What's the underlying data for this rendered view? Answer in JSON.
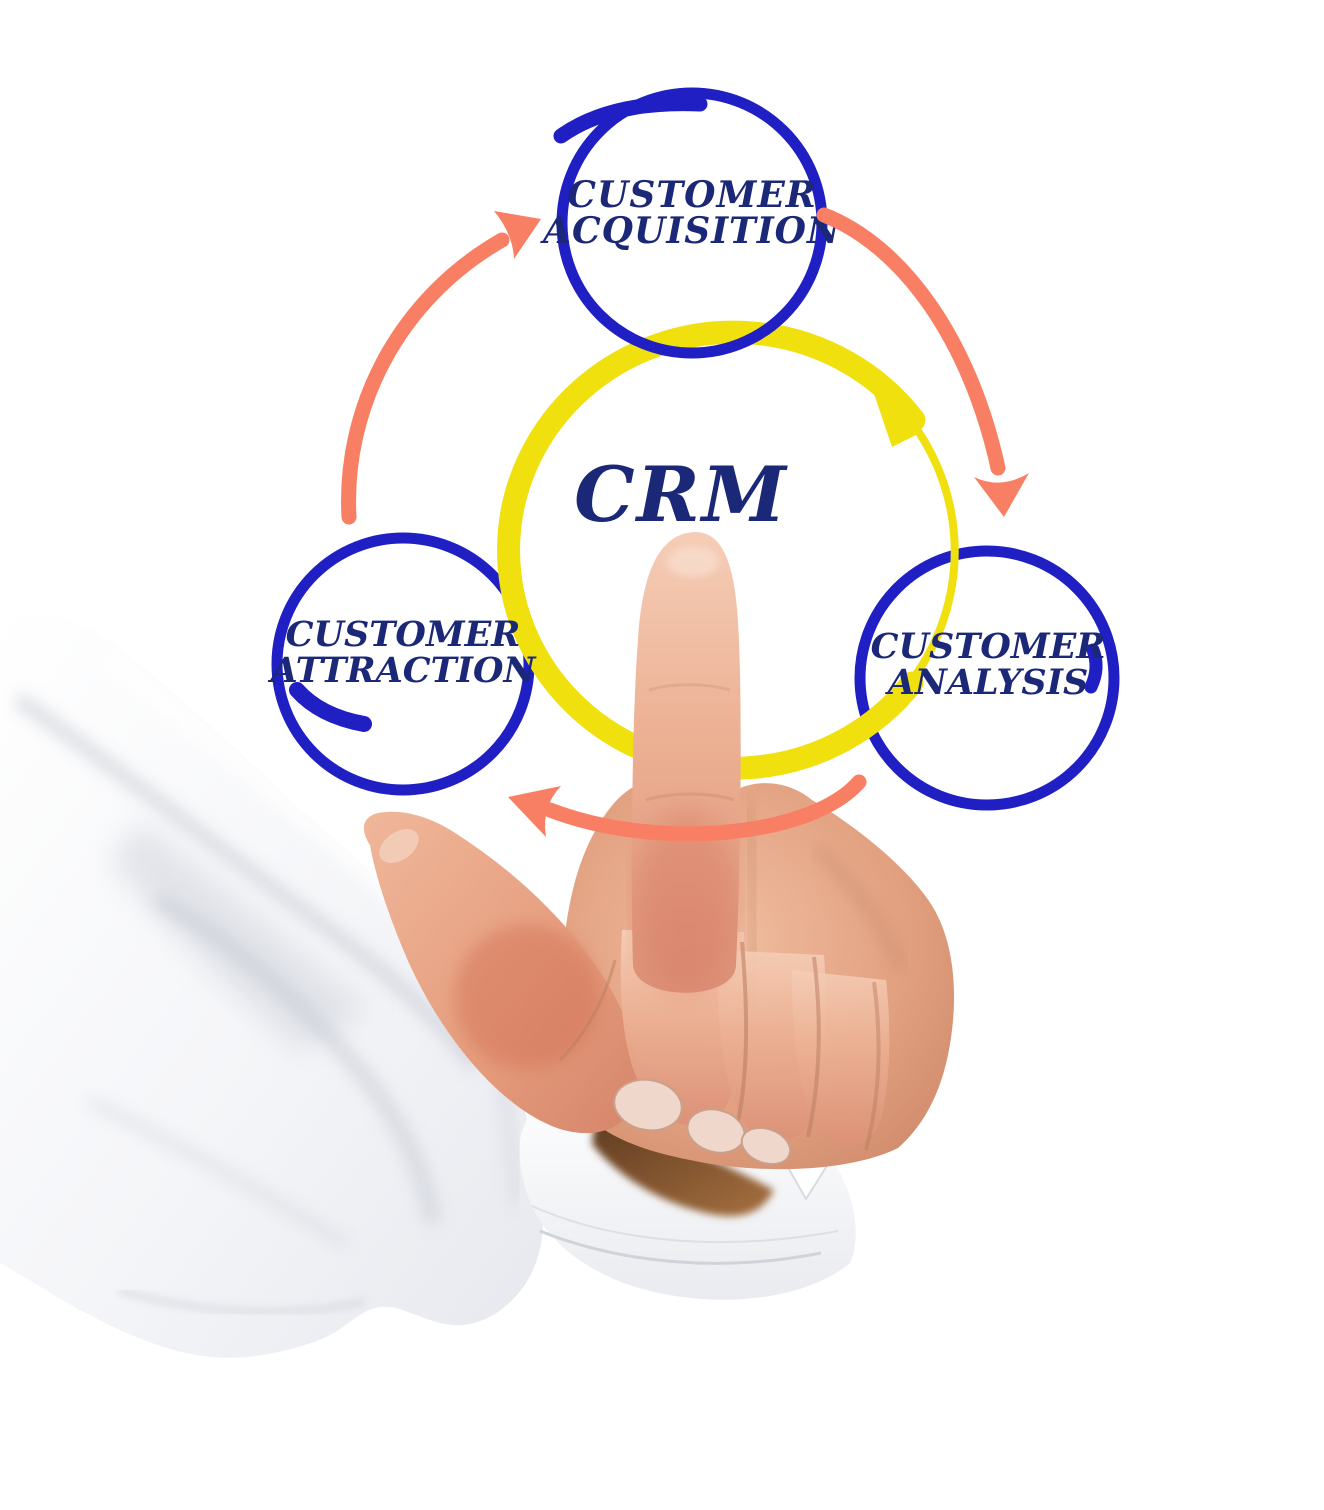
{
  "diagram": {
    "center": {
      "label": "CRM"
    },
    "nodes": {
      "acquisition": {
        "line1": "CUSTOMER",
        "line2": "ACQUISITION",
        "position": "top"
      },
      "analysis": {
        "line1": "CUSTOMER",
        "line2": "ANALYSIS",
        "position": "right"
      },
      "attraction": {
        "line1": "CUSTOMER",
        "line2": "ATTRACTION",
        "position": "left"
      }
    },
    "cycle": [
      {
        "from": "customer-acquisition",
        "to": "customer-analysis"
      },
      {
        "from": "customer-analysis",
        "to": "customer-attraction"
      },
      {
        "from": "customer-attraction",
        "to": "customer-acquisition"
      }
    ],
    "colors": {
      "circle_blue": "#1f1fc4",
      "text_navy": "#1b2777",
      "ring_yellow": "#efe00e",
      "arrow_salmon": "#f87f63",
      "background": "#ffffff"
    }
  }
}
